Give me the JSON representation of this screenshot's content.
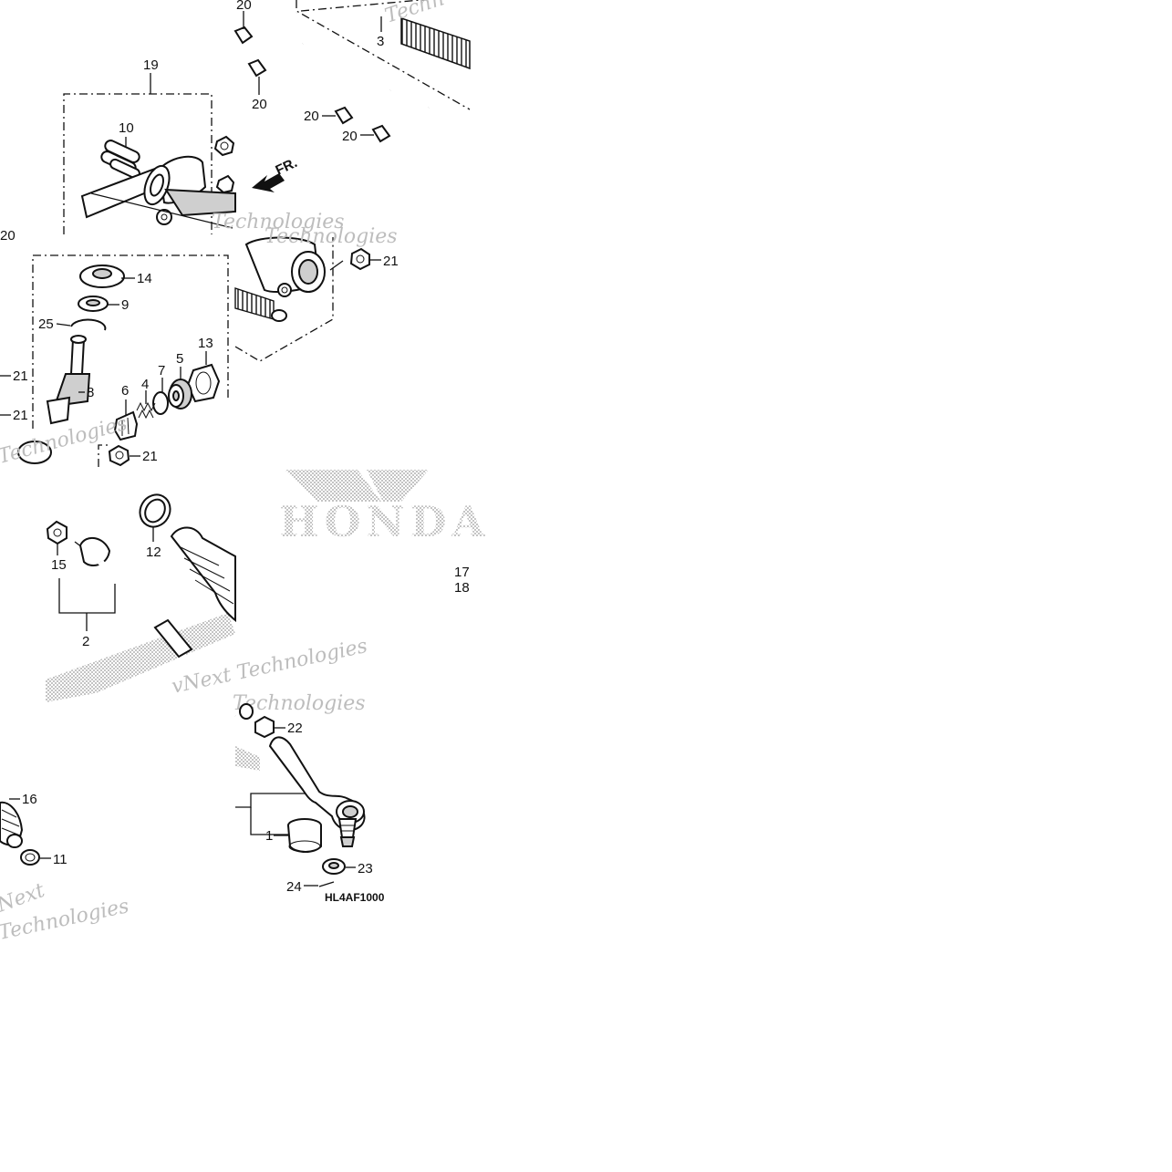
{
  "diagram": {
    "code": "HL4AF1000",
    "direction_label": "FR.",
    "brand_watermark": "HONDA",
    "watermark_texts": [
      "Technologies",
      "Technologies",
      "vNext Technologies",
      "Next",
      "Technologies",
      "Techn"
    ],
    "callouts": {
      "c20a": "20",
      "c20b": "20",
      "c20c": "20",
      "c20d": "20",
      "c20e": "20",
      "c3": "3",
      "c19": "19",
      "c10": "10",
      "c14": "14",
      "c9": "9",
      "c25": "25",
      "c8": "8",
      "c21a": "21",
      "c21b": "21",
      "c21c": "21",
      "c21d": "21",
      "c13": "13",
      "c5": "5",
      "c7": "7",
      "c4": "4",
      "c6": "6",
      "c12": "12",
      "c15": "15",
      "c2": "2",
      "c22": "22",
      "c16": "16",
      "c11": "11",
      "c1": "1",
      "c23": "23",
      "c24": "24",
      "c17": "17",
      "c18": "18"
    }
  }
}
